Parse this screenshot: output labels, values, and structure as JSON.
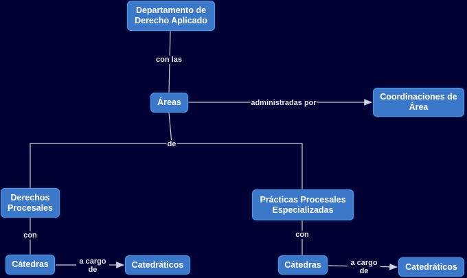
{
  "colors": {
    "background": "#000033",
    "node": "#3b78c9",
    "line": "#d0d0e0"
  },
  "nodes": {
    "departamento": "Departamento de Derecho Aplicado",
    "areas": "Áreas",
    "coordinaciones": "Coordinaciones de Área",
    "derechos_procesales": "Derechos Procesales",
    "practicas": "Prácticas Procesales Especializadas",
    "catedras_left": "Cátedras",
    "catedraticos_left": "Catedráticos",
    "catedras_right": "Cátedras",
    "catedraticos_right": "Catedráticos"
  },
  "links": {
    "con_las": "con las",
    "administradas_por": "administradas por",
    "de": "de",
    "con_left": "con",
    "con_right": "con",
    "a_cargo_left": "a cargo de",
    "a_cargo_right": "a cargo de"
  }
}
